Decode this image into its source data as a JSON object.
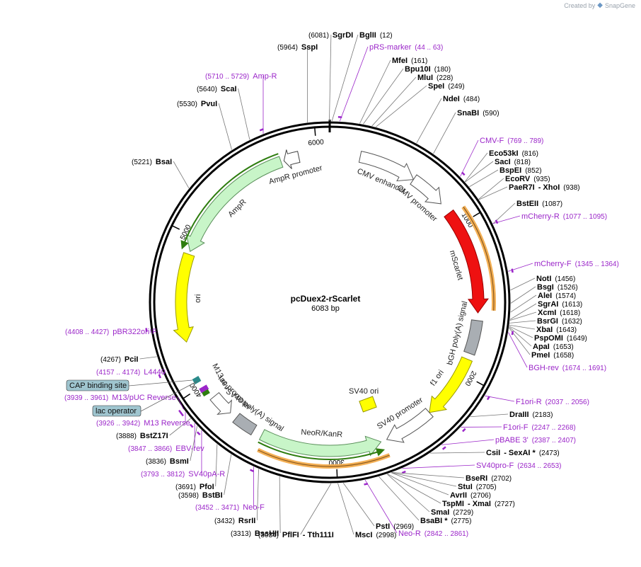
{
  "credit": {
    "created_by": "Created by",
    "brand": "SnapGene"
  },
  "plasmid": {
    "name": "pcDuex2-rScarlet",
    "size_label": "6083 bp",
    "length": 6083
  },
  "ticks": [
    {
      "label": "1000",
      "pos": 1000
    },
    {
      "label": "2000",
      "pos": 2000
    },
    {
      "label": "3000",
      "pos": 3000
    },
    {
      "label": "4000",
      "pos": 4000
    },
    {
      "label": "5000",
      "pos": 5000
    },
    {
      "label": "6000",
      "pos": 6000
    }
  ],
  "features": [
    {
      "name": "AmpR promoter",
      "start": 5780,
      "end": 5880,
      "dir": -1,
      "color": "#ffffff",
      "stroke": "#444444",
      "ring": "outer"
    },
    {
      "name": "AmpR",
      "start": 4900,
      "end": 5760,
      "dir": -1,
      "color": "#c8f5c8",
      "stroke": "#5a8f5a",
      "ring": "outer",
      "highlight": "#2e7d0f"
    },
    {
      "name": "CMV enhancer",
      "start": 200,
      "end": 580,
      "dir": 1,
      "color": "#ffffff",
      "stroke": "#555555",
      "ring": "outer"
    },
    {
      "name": "CMV promoter",
      "start": 580,
      "end": 820,
      "dir": 1,
      "color": "#ffffff",
      "stroke": "#555555",
      "ring": "outer"
    },
    {
      "name": "mScarlet",
      "start": 900,
      "end": 1590,
      "dir": 1,
      "color": "#ee1111",
      "stroke": "#990000",
      "ring": "outer"
    },
    {
      "name": "bGH poly(A) signal",
      "start": 1640,
      "end": 1860,
      "dir": 0,
      "color": "#a9aeb3",
      "stroke": "#555555",
      "ring": "outer"
    },
    {
      "name": "f1 ori",
      "start": 1900,
      "end": 2330,
      "dir": 1,
      "color": "#ffff00",
      "stroke": "#9a9a00",
      "ring": "outer"
    },
    {
      "name": "SV40 promoter",
      "start": 2330,
      "end": 2660,
      "dir": 1,
      "color": "#ffffff",
      "stroke": "#555555",
      "ring": "outer"
    },
    {
      "name": "NeoR/KanR",
      "start": 2700,
      "end": 3500,
      "dir": -1,
      "color": "#c8f5c8",
      "stroke": "#5a8f5a",
      "ring": "outer",
      "highlight": "#2e7d0f"
    },
    {
      "name": "SV40 poly(A) signal",
      "start": 3560,
      "end": 3700,
      "dir": 0,
      "color": "#a9aeb3",
      "stroke": "#555555",
      "ring": "outer"
    },
    {
      "name": "lac promoter",
      "start": 3750,
      "end": 3900,
      "dir": -1,
      "color": "#ffffff",
      "stroke": "#555555",
      "ring": "outer"
    },
    {
      "name": "ori",
      "start": 4300,
      "end": 4880,
      "dir": -1,
      "color": "#ffff00",
      "stroke": "#9a9a00",
      "ring": "outer"
    }
  ],
  "orange_arcs": [
    {
      "start": 920,
      "end": 1570
    },
    {
      "start": 2680,
      "end": 3480
    }
  ],
  "inner_labels": [
    {
      "text": "SV40 ori"
    }
  ],
  "boxed_labels": [
    {
      "text": "CAP binding site",
      "color": "#9fc5cf"
    },
    {
      "text": "lac operator",
      "color": "#9fc5cf"
    }
  ],
  "sites": [
    {
      "name": "BglII",
      "pos": "(12)",
      "kind": "enzyme"
    },
    {
      "name": "SgrDI",
      "pos": "(6081)",
      "kind": "enzyme"
    },
    {
      "name": "SspI",
      "pos": "(5964)",
      "kind": "enzyme"
    },
    {
      "name": "pRS-marker",
      "pos": "(44 .. 63)",
      "kind": "primer"
    },
    {
      "name": "MfeI",
      "pos": "(161)",
      "kind": "enzyme"
    },
    {
      "name": "Bpu10I",
      "pos": "(180)",
      "kind": "enzyme"
    },
    {
      "name": "MluI",
      "pos": "(228)",
      "kind": "enzyme"
    },
    {
      "name": "SpeI",
      "pos": "(249)",
      "kind": "enzyme"
    },
    {
      "name": "NdeI",
      "pos": "(484)",
      "kind": "enzyme"
    },
    {
      "name": "SnaBI",
      "pos": "(590)",
      "kind": "enzyme"
    },
    {
      "name": "CMV-F",
      "pos": "(769 .. 789)",
      "kind": "primer"
    },
    {
      "name": "Eco53kI",
      "pos": "(816)",
      "kind": "enzyme"
    },
    {
      "name": "SacI",
      "pos": "(818)",
      "kind": "enzyme"
    },
    {
      "name": "BspEI",
      "pos": "(852)",
      "kind": "enzyme"
    },
    {
      "name": "EcoRV",
      "pos": "(935)",
      "kind": "enzyme"
    },
    {
      "name": "PaeR7I",
      "name2": "XhoI",
      "pos": "(938)",
      "kind": "enzyme"
    },
    {
      "name": "BstEII",
      "pos": "(1087)",
      "kind": "enzyme"
    },
    {
      "name": "mCherry-R",
      "pos": "(1077 .. 1095)",
      "kind": "primer"
    },
    {
      "name": "mCherry-F",
      "pos": "(1345 .. 1364)",
      "kind": "primer"
    },
    {
      "name": "NotI",
      "pos": "(1456)",
      "kind": "enzyme"
    },
    {
      "name": "BsgI",
      "pos": "(1526)",
      "kind": "enzyme"
    },
    {
      "name": "AleI",
      "pos": "(1574)",
      "kind": "enzyme"
    },
    {
      "name": "SgrAI",
      "pos": "(1613)",
      "kind": "enzyme"
    },
    {
      "name": "XcmI",
      "pos": "(1618)",
      "kind": "enzyme"
    },
    {
      "name": "BsrGI",
      "pos": "(1632)",
      "kind": "enzyme"
    },
    {
      "name": "XbaI",
      "pos": "(1643)",
      "kind": "enzyme"
    },
    {
      "name": "PspOMI",
      "pos": "(1649)",
      "kind": "enzyme"
    },
    {
      "name": "ApaI",
      "pos": "(1653)",
      "kind": "enzyme"
    },
    {
      "name": "PmeI",
      "pos": "(1658)",
      "kind": "enzyme"
    },
    {
      "name": "BGH-rev",
      "pos": "(1674 .. 1691)",
      "kind": "primer"
    },
    {
      "name": "F1ori-R",
      "pos": "(2037 .. 2056)",
      "kind": "primer"
    },
    {
      "name": "DraIII",
      "pos": "(2183)",
      "kind": "enzyme"
    },
    {
      "name": "F1ori-F",
      "pos": "(2247 .. 2268)",
      "kind": "primer"
    },
    {
      "name": "pBABE 3'",
      "pos": "(2387 .. 2407)",
      "kind": "primer"
    },
    {
      "name": "CsiI",
      "name2": "SexAI *",
      "pos": "(2473)",
      "kind": "enzyme"
    },
    {
      "name": "SV40pro-F",
      "pos": "(2634 .. 2653)",
      "kind": "primer"
    },
    {
      "name": "BseRI",
      "pos": "(2702)",
      "kind": "enzyme"
    },
    {
      "name": "StuI",
      "pos": "(2705)",
      "kind": "enzyme"
    },
    {
      "name": "AvrII",
      "pos": "(2706)",
      "kind": "enzyme"
    },
    {
      "name": "TspMI",
      "name2": "XmaI",
      "pos": "(2727)",
      "kind": "enzyme"
    },
    {
      "name": "SmaI",
      "pos": "(2729)",
      "kind": "enzyme"
    },
    {
      "name": "BsaBI *",
      "pos": "(2775)",
      "kind": "enzyme"
    },
    {
      "name": "Neo-R",
      "pos": "(2842 .. 2861)",
      "kind": "primer"
    },
    {
      "name": "PstI",
      "pos": "(2969)",
      "kind": "enzyme"
    },
    {
      "name": "MscI",
      "pos": "(2998)",
      "kind": "enzyme"
    },
    {
      "name": "PflFI",
      "name2": "Tth111I",
      "pos": "(3034)",
      "kind": "enzyme"
    },
    {
      "name": "BssHII",
      "pos": "(3313)",
      "kind": "enzyme"
    },
    {
      "name": "RsrII",
      "pos": "(3432)",
      "kind": "enzyme"
    },
    {
      "name": "Neo-F",
      "pos": "(3452 .. 3471)",
      "kind": "primer"
    },
    {
      "name": "BstBI",
      "pos": "(3598)",
      "kind": "enzyme"
    },
    {
      "name": "PfoI",
      "pos": "(3691)",
      "kind": "enzyme"
    },
    {
      "name": "SV40pA-R",
      "pos": "(3793 .. 3812)",
      "kind": "primer"
    },
    {
      "name": "BsmI",
      "pos": "(3836)",
      "kind": "enzyme"
    },
    {
      "name": "EBV-rev",
      "pos": "(3847 .. 3866)",
      "kind": "primer"
    },
    {
      "name": "BstZ17I",
      "pos": "(3888)",
      "kind": "enzyme"
    },
    {
      "name": "M13 Reverse",
      "pos": "(3926 .. 3942)",
      "kind": "primer"
    },
    {
      "name": "M13/pUC Reverse",
      "pos": "(3939 .. 3961)",
      "kind": "primer"
    },
    {
      "name": "L4440",
      "pos": "(4157 .. 4174)",
      "kind": "primer"
    },
    {
      "name": "PciI",
      "pos": "(4267)",
      "kind": "enzyme"
    },
    {
      "name": "pBR322ori-F",
      "pos": "(4408 .. 4427)",
      "kind": "primer"
    },
    {
      "name": "BsaI",
      "pos": "(5221)",
      "kind": "enzyme"
    },
    {
      "name": "PvuI",
      "pos": "(5530)",
      "kind": "enzyme"
    },
    {
      "name": "ScaI",
      "pos": "(5640)",
      "kind": "enzyme"
    },
    {
      "name": "Amp-R",
      "pos": "(5710 .. 5729)",
      "kind": "primer"
    },
    {
      "name": "M13 rev",
      "pos": "",
      "kind": "inner"
    }
  ]
}
